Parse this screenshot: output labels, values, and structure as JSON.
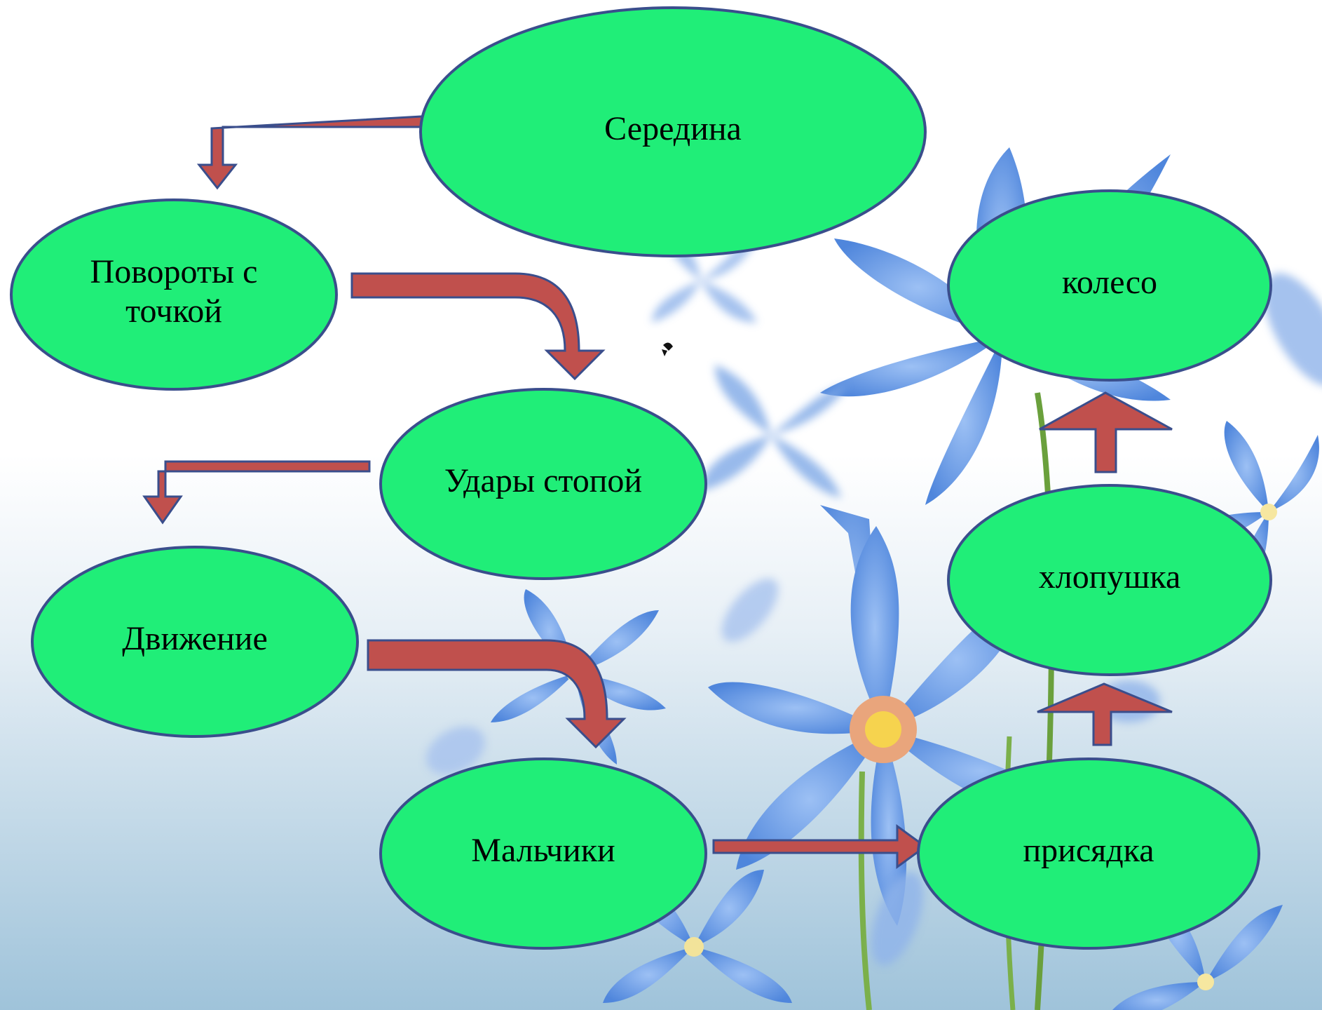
{
  "diagram": {
    "nodes": [
      {
        "id": "seredina",
        "lines": [
          "Середина"
        ]
      },
      {
        "id": "povoroty",
        "lines": [
          "Повороты с",
          "точкой"
        ]
      },
      {
        "id": "udary",
        "lines": [
          "Удары стопой"
        ]
      },
      {
        "id": "dvizhenie",
        "lines": [
          "Движение"
        ]
      },
      {
        "id": "malchiki",
        "lines": [
          "Мальчики"
        ]
      },
      {
        "id": "prisyadka",
        "lines": [
          "присядка"
        ]
      },
      {
        "id": "khlopushka",
        "lines": [
          "хлопушка"
        ]
      },
      {
        "id": "koleso",
        "lines": [
          "колесо"
        ]
      }
    ],
    "connections": [
      {
        "from": "seredina",
        "to": "povoroty"
      },
      {
        "from": "povoroty",
        "to": "udary"
      },
      {
        "from": "udary",
        "to": "dvizhenie"
      },
      {
        "from": "dvizhenie",
        "to": "malchiki"
      },
      {
        "from": "malchiki",
        "to": "prisyadka"
      },
      {
        "from": "prisyadka",
        "to": "khlopushka"
      },
      {
        "from": "khlopushka",
        "to": "koleso"
      }
    ]
  },
  "colors": {
    "node_fill": "#20EE78",
    "node_stroke": "#3A4E8C",
    "arrow_fill": "#C0504D",
    "arrow_stroke": "#3A4E8C",
    "background_top": "#FFFFFF",
    "background_bottom": "#9FC3DA",
    "flower_blue": "#5B8FE0"
  }
}
